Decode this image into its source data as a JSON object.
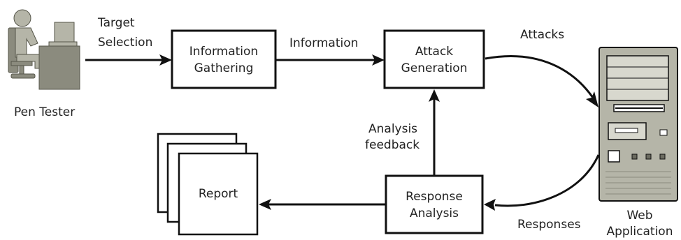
{
  "labels": {
    "target_selection": [
      "Target",
      "Selection"
    ],
    "pen_tester": "Pen Tester",
    "information_gathering": [
      "Information",
      "Gathering"
    ],
    "information": "Information",
    "attack_generation": [
      "Attack",
      "Generation"
    ],
    "attacks": "Attacks",
    "web_application": [
      "Web",
      "Application"
    ],
    "analysis_feedback": [
      "Analysis",
      "feedback"
    ],
    "response_analysis": [
      "Response",
      "Analysis"
    ],
    "responses": "Responses",
    "report": "Report"
  },
  "icons": {
    "pen_tester": "person-at-computer-icon",
    "web_application": "server-tower-icon",
    "report": "stacked-documents-icon"
  },
  "colors": {
    "icon_fill": "#b5b5a8",
    "icon_dark": "#8b8b7e",
    "stroke": "#111111",
    "text": "#222222"
  }
}
